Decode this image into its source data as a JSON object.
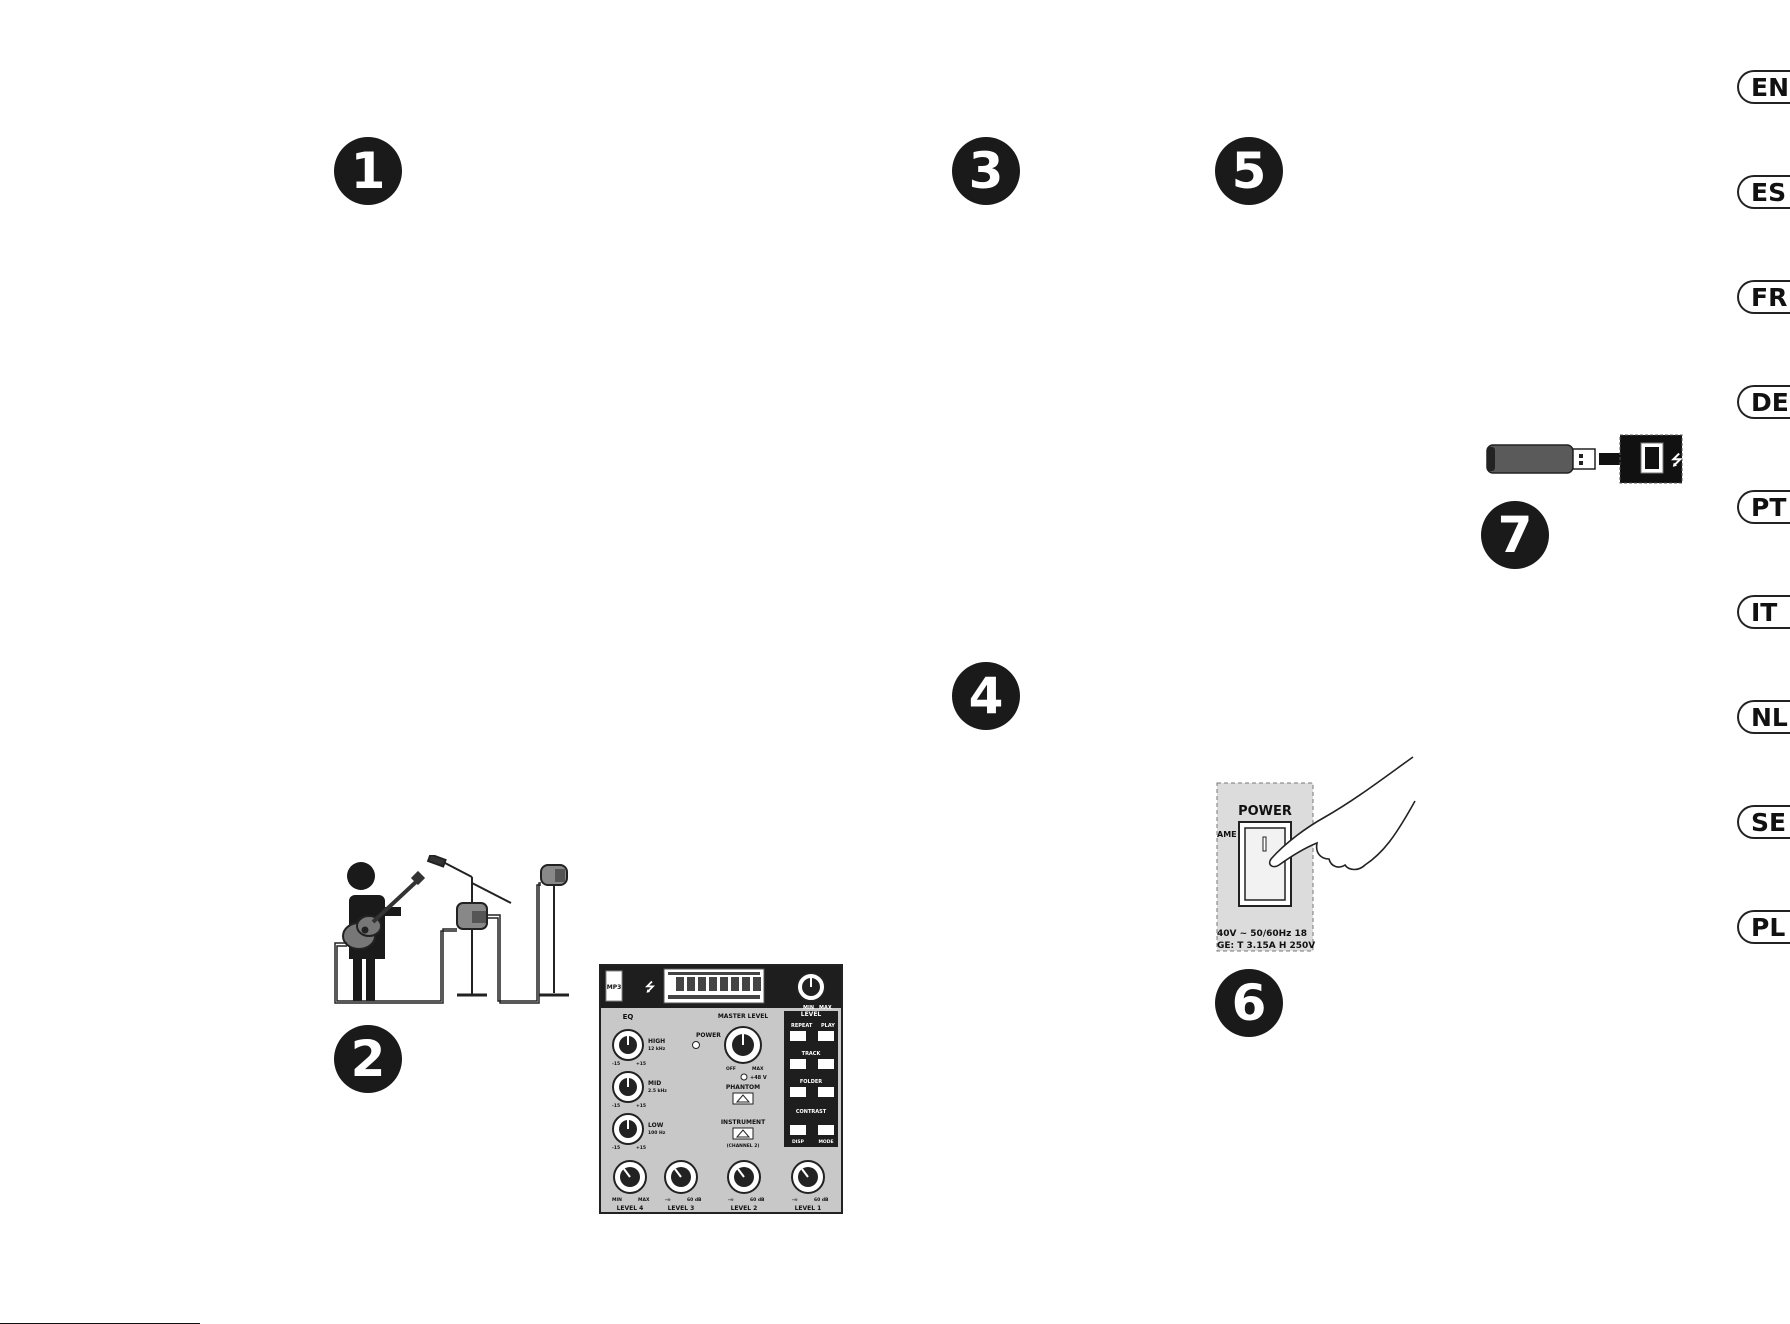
{
  "steps": [
    "1",
    "2",
    "3",
    "4",
    "5",
    "6",
    "7"
  ],
  "languages": [
    "EN",
    "ES",
    "FR",
    "DE",
    "PT",
    "IT",
    "NL",
    "SE",
    "PL"
  ],
  "mixer": {
    "eq": "EQ",
    "high": "HIGH",
    "high_freq": "12 kHz",
    "mid": "MID",
    "mid_freq": "2.5 kHz",
    "low": "LOW",
    "low_freq": "100 Hz",
    "eq_range_min": "-15",
    "eq_range_max": "+15",
    "power": "POWER",
    "master_level": "MASTER LEVEL",
    "off": "OFF",
    "max": "MAX",
    "phantom_voltage": "+48 V",
    "phantom": "PHANTOM",
    "instrument": "INSTRUMENT",
    "channel_2": "(CHANNEL 2)",
    "level": "LEVEL",
    "min": "MIN",
    "repeat": "REPEAT",
    "play": "PLAY",
    "track": "TRACK",
    "folder": "FOLDER",
    "contrast": "CONTRAST",
    "disp": "DISP",
    "mode": "MODE",
    "level_4": "LEVEL 4",
    "level_3": "LEVEL 3",
    "level_2": "LEVEL 2",
    "level_1": "LEVEL 1",
    "neg_inf": "-∞",
    "sixty_db": "60 dB",
    "mp3": "MP3"
  },
  "power_panel": {
    "title": "POWER",
    "spec_line_1": "40V ~ 50/60Hz 18",
    "spec_line_2": "GE: T 3.15A H 250V",
    "side_fragment": "AME"
  }
}
